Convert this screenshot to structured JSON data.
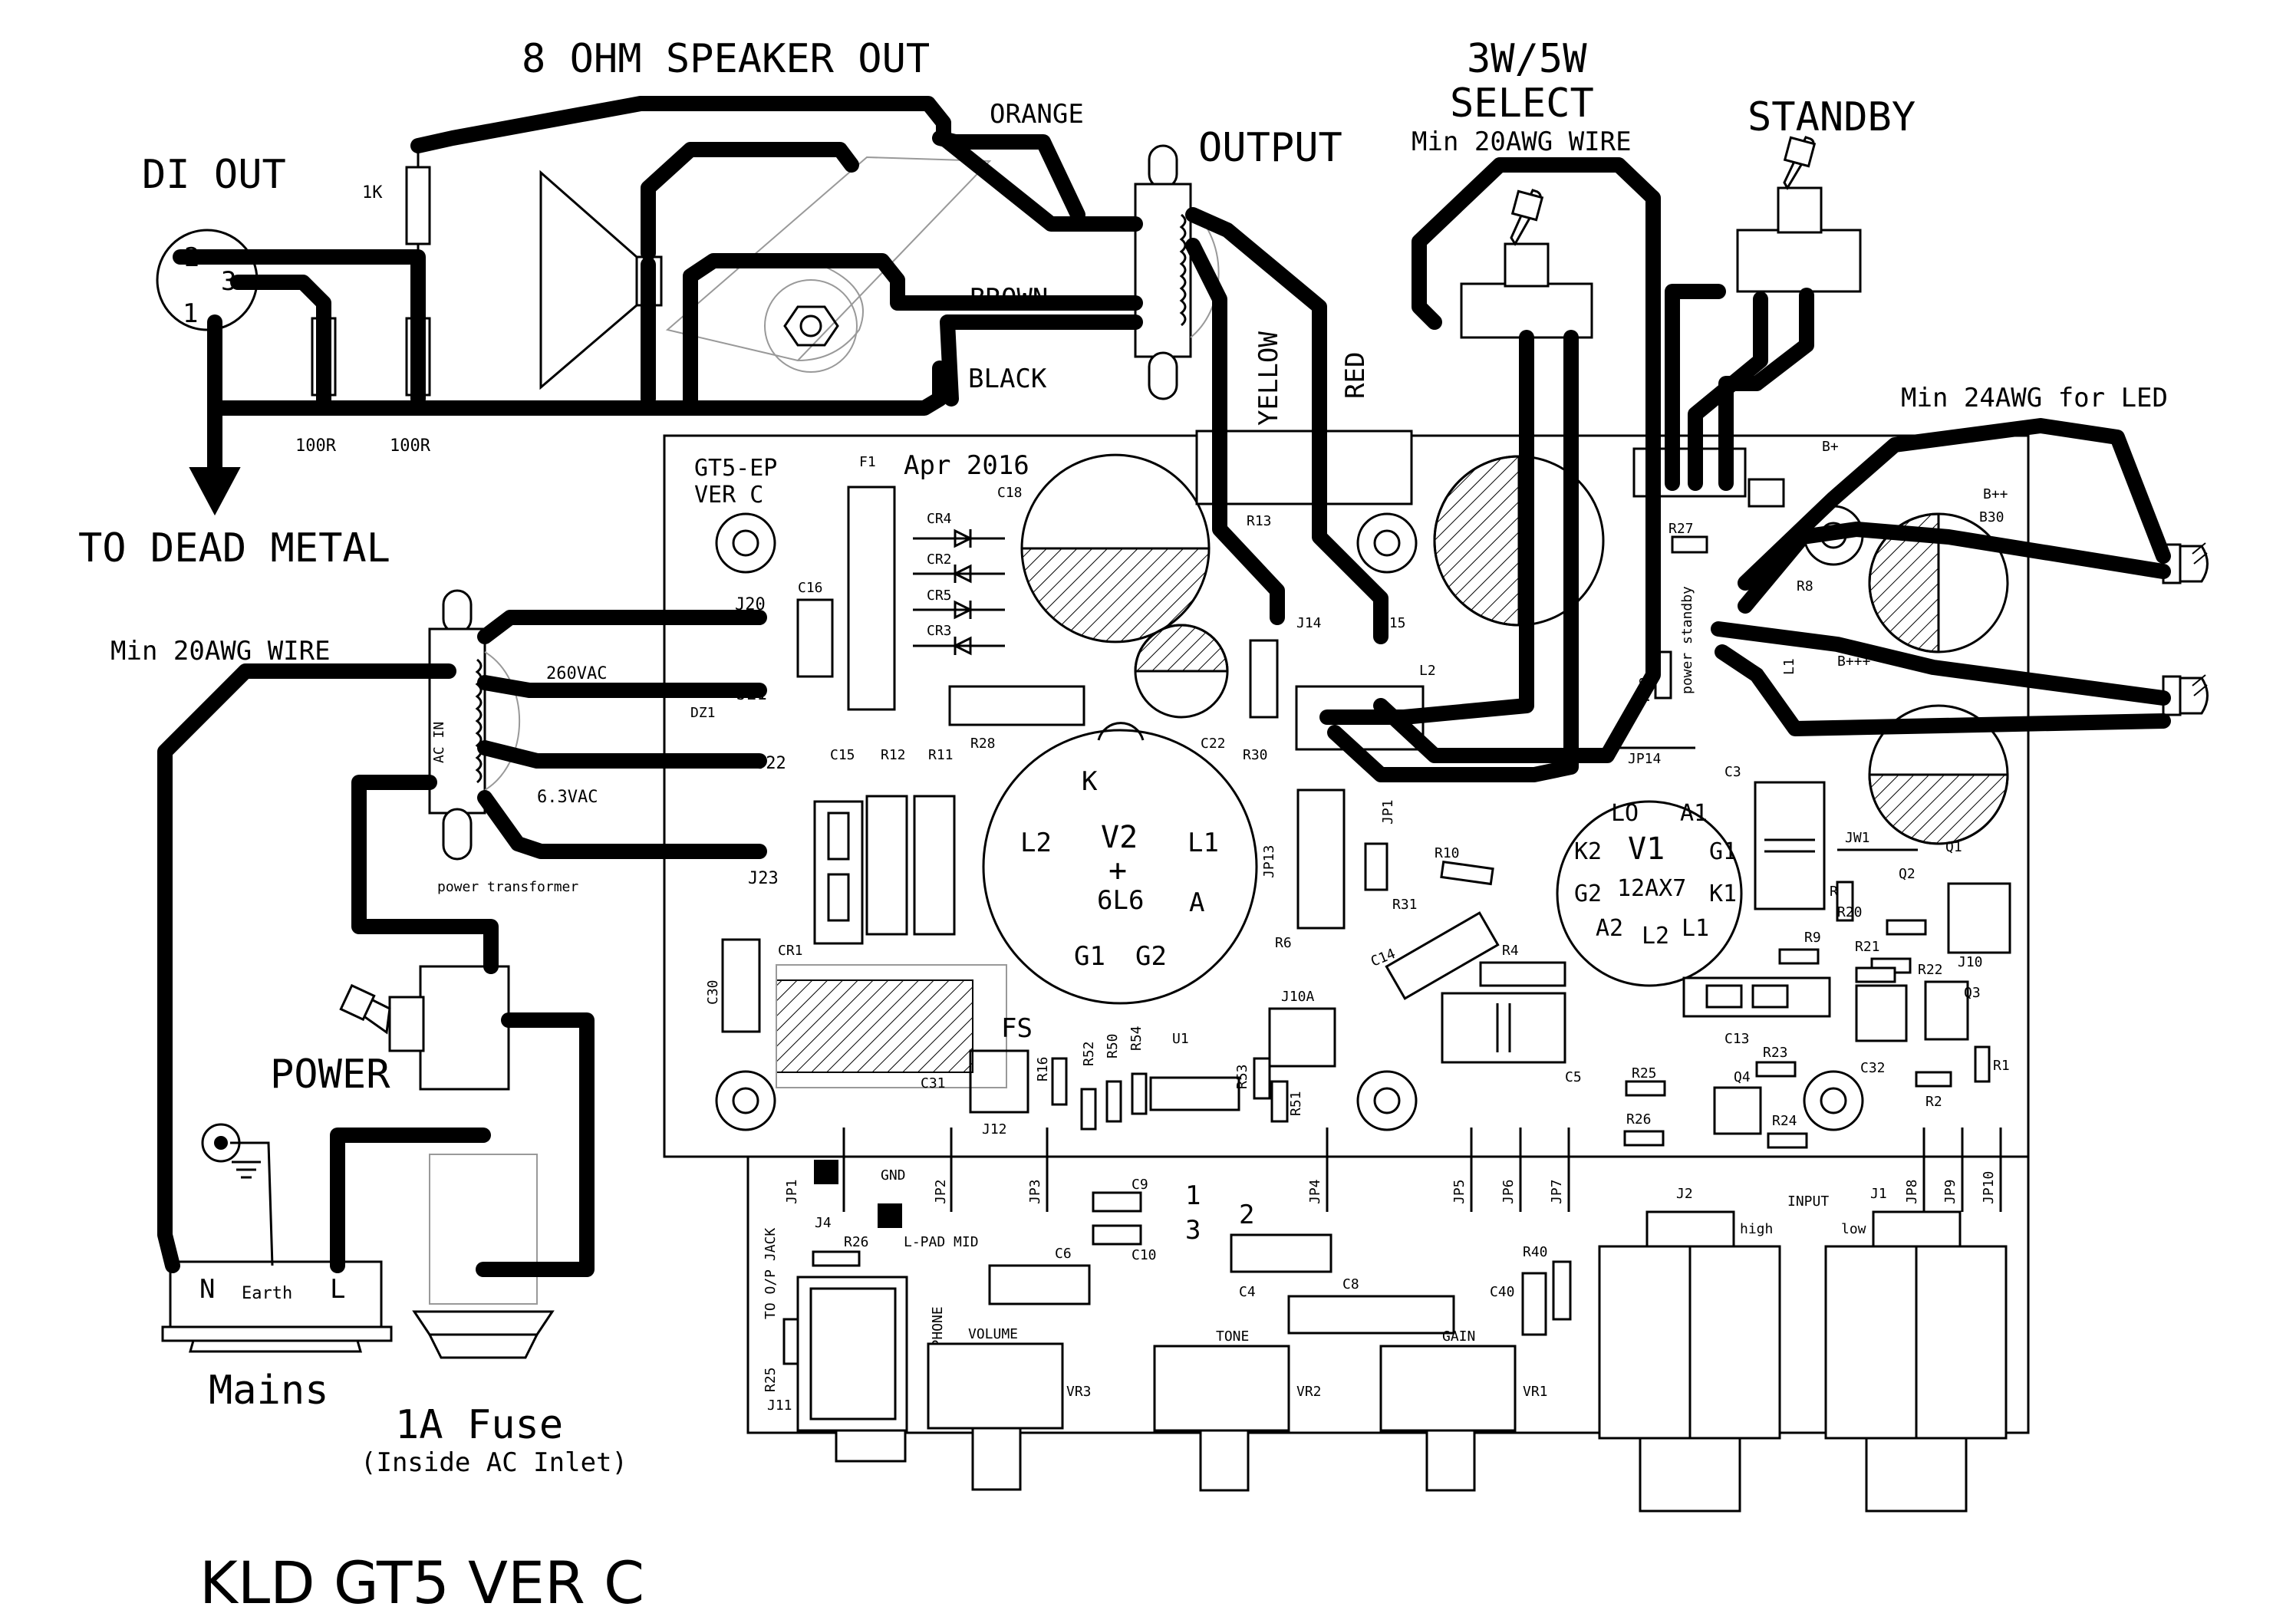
{
  "title": "KLD GT5   VER C",
  "external": {
    "speaker_out": "8 OHM SPEAKER OUT",
    "di_out": "DI OUT",
    "di_pin1": "1",
    "di_pin2": "2",
    "di_pin3": "3",
    "res_1k": "1K",
    "res_100r_a": "100R",
    "res_100r_b": "100R",
    "to_dead_metal": "TO DEAD METAL",
    "wire_orange": "ORANGE",
    "wire_brown": "BROWN",
    "wire_black": "BLACK",
    "wire_yellow": "YELLOW",
    "wire_red": "RED",
    "output": "OUTPUT",
    "select_line1": "3W/5W",
    "select_line2": "SELECT",
    "min20_top": "Min 20AWG WIRE",
    "standby": "STANDBY",
    "led_note": "Min 24AWG for LED",
    "min20_left": "Min 20AWG WIRE",
    "v260": "260VAC",
    "v63": "6.3VAC",
    "ac_in": "AC IN",
    "power_transformer": "power transformer",
    "power": "POWER",
    "mains": "Mains",
    "mains_n": "N",
    "mains_earth": "Earth",
    "mains_l": "L",
    "fuse": "1A Fuse",
    "fuse_note": "(Inside AC Inlet)"
  },
  "board": {
    "name_line1": "GT5-EP",
    "name_line2": "VER C",
    "date": "Apr 2016",
    "f1": "F1",
    "c18": "C18",
    "c16": "C16",
    "cr4": "CR4",
    "cr2": "CR2",
    "cr5": "CR5",
    "cr3": "CR3",
    "r13": "R13",
    "j14": "J14",
    "j15": "J15",
    "j20": "J20",
    "j21": "J21",
    "j22": "J22",
    "j23": "J23",
    "dz1": "DZ1",
    "c15": "C15",
    "r12": "R12",
    "r11": "R11",
    "r28": "R28",
    "c22": "C22",
    "r30": "R30",
    "cr1": "CR1",
    "c30": "C30",
    "c31": "C31",
    "fs": "FS",
    "j12": "J12",
    "r16": "R16",
    "r52": "R52",
    "r50": "R50",
    "r54": "R54",
    "u1": "U1",
    "r53": "R53",
    "r51": "R51",
    "j10a": "J10A",
    "jp13": "JP13",
    "jp1x": "JP1",
    "r6": "R6",
    "r31": "R31",
    "r10": "R10",
    "c14": "C14",
    "r4": "R4",
    "c5": "C5",
    "r25": "R25",
    "r26": "R26",
    "q4": "Q4",
    "r23": "R23",
    "r24": "R24",
    "c13": "C13",
    "c32": "C32",
    "r2": "R2",
    "r1": "R1",
    "q3": "Q3",
    "r22": "R22",
    "r21": "R21",
    "r20": "R20",
    "r9": "R9",
    "r7": "R7",
    "q2": "Q2",
    "q1": "Q1",
    "j10": "J10",
    "jw1": "JW1",
    "c3": "C3",
    "jp14": "JP14",
    "r18": "R18",
    "power_standby": "power standby",
    "r27": "R27",
    "r8": "R8",
    "l1": "L1",
    "l2": "L2",
    "b_plus": "B+",
    "b_pp": "B++",
    "b_ppp": "B+++",
    "b30": "B30"
  },
  "tubes": {
    "v2_name": "V2",
    "v2_type": "6L6",
    "v2_plus": "+",
    "v2_k": "K",
    "v2_l2": "L2",
    "v2_l1": "L1",
    "v2_a": "A",
    "v2_g1": "G1",
    "v2_g2": "G2",
    "v1_name": "V1",
    "v1_type": "12AX7",
    "v1_lo": "LO",
    "v1_a1": "A1",
    "v1_k2": "K2",
    "v1_g1": "G1",
    "v1_g2": "G2",
    "v1_k1": "K1",
    "v1_a2": "A2",
    "v1_l2": "L2",
    "v1_l1": "L1"
  },
  "front": {
    "jp1": "JP1",
    "jp2": "JP2",
    "jp3": "JP3",
    "jp4": "JP4",
    "jp5": "JP5",
    "jp6": "JP6",
    "jp7": "JP7",
    "jp8": "JP8",
    "jp9": "JP9",
    "jp10": "JP10",
    "gnd": "GND",
    "j4": "J4",
    "r26": "R26",
    "lpad": "L-PAD MID",
    "c9": "C9",
    "c10": "C10",
    "n1": "1",
    "n2": "2",
    "n3": "3",
    "c6": "C6",
    "c4": "C4",
    "c8": "C8",
    "c40": "C40",
    "r40": "R40",
    "j2": "J2",
    "j1": "J1",
    "input": "INPUT",
    "high": "high",
    "low": "low",
    "earphone": "EARPHONE",
    "r25": "R25",
    "to_op_jack": "TO O/P JACK",
    "j11": "J11",
    "volume": "VOLUME",
    "vr3": "VR3",
    "tone": "TONE",
    "vr2": "VR2",
    "gain": "GAIN",
    "vr1": "VR1"
  }
}
